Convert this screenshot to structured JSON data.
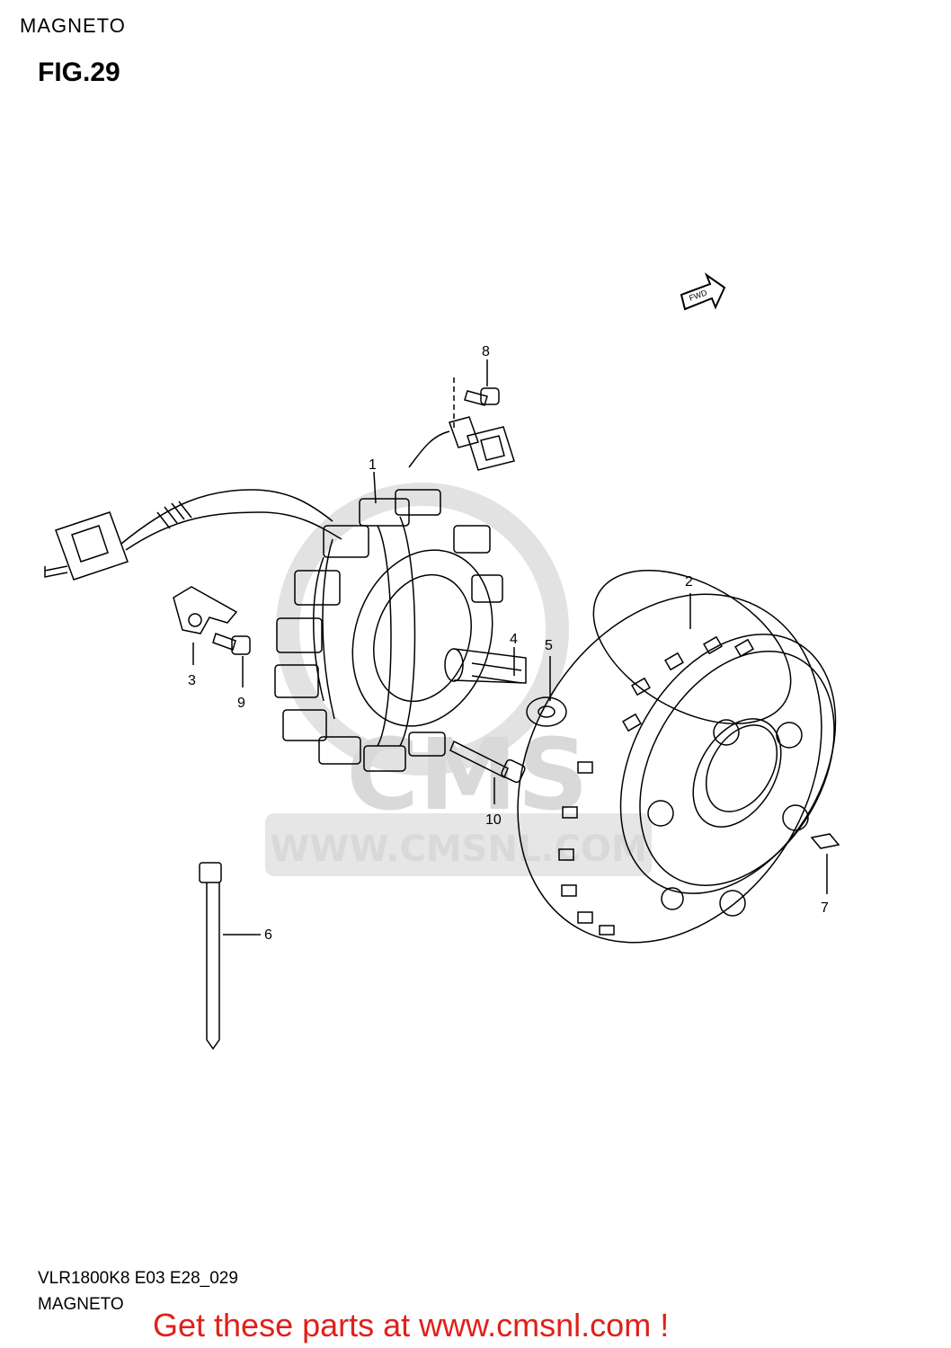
{
  "header": {
    "section_title": "MAGNETO",
    "figure_label": "FIG.29"
  },
  "footer": {
    "model_code": "VLR1800K8 E03 E28_029",
    "section_name": "MAGNETO"
  },
  "call_to_action": "Get these parts at www.cmsnl.com !",
  "watermark": {
    "brand": "CMS",
    "url": "WWW.CMSNL.COM"
  },
  "direction_badge": "FWD",
  "callouts": [
    "1",
    "2",
    "3",
    "4",
    "5",
    "6",
    "7",
    "8",
    "9",
    "10"
  ],
  "colors": {
    "ink": "#000000",
    "cta_red": "#e0201a",
    "watermark_gray": "#d9d9d9"
  }
}
